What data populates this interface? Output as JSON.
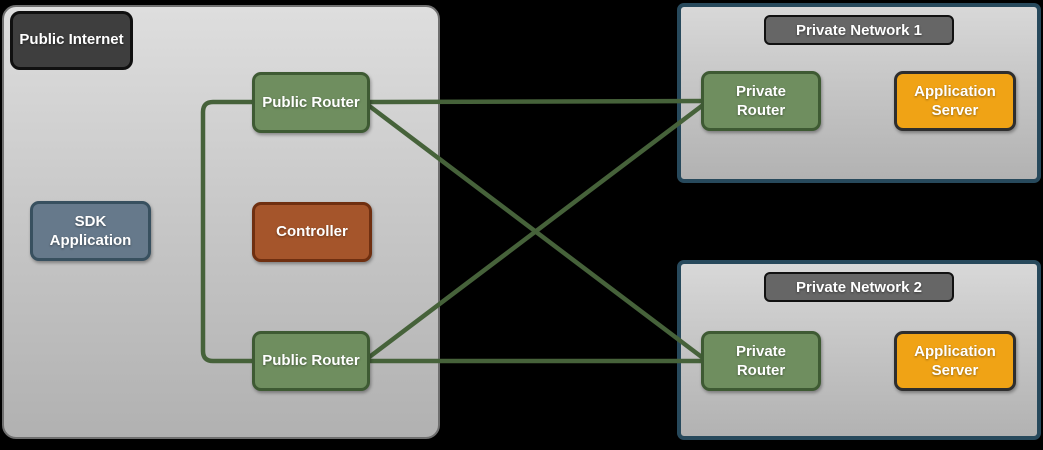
{
  "canvas": {
    "background": "#000000"
  },
  "colors": {
    "connection_line": "#46623a",
    "router_fill": "#6f8e5f",
    "router_border": "#3e5a33",
    "controller_fill": "#a5552b",
    "controller_border": "#6f2f10",
    "sdk_application_fill": "#66798b",
    "sdk_application_border": "#38505f",
    "application_server_fill": "#f0a315",
    "application_server_border": "#2e2e2e",
    "zone_label_fill": "#3e3e3e",
    "network_label_fill": "#666666",
    "zone_fill_top": "#dedede",
    "zone_fill_bottom": "#b1b1b1",
    "private_network_border": "#27495c"
  },
  "public_internet": {
    "label": "Public Internet",
    "sdk_application": "SDK Application",
    "controller": "Controller",
    "public_router_top": "Public Router",
    "public_router_bottom": "Public Router"
  },
  "private_network_1": {
    "label": "Private Network 1",
    "private_router": "Private Router",
    "application_server": "Application Server"
  },
  "private_network_2": {
    "label": "Private Network 2",
    "private_router": "Private Router",
    "application_server": "Application Server"
  },
  "connections": [
    {
      "from": "public-router-top",
      "to": "private-router-1",
      "style": "horizontal"
    },
    {
      "from": "public-router-top",
      "to": "private-router-2",
      "style": "diagonal"
    },
    {
      "from": "public-router-bottom",
      "to": "private-router-1",
      "style": "diagonal"
    },
    {
      "from": "public-router-bottom",
      "to": "private-router-2",
      "style": "horizontal"
    },
    {
      "from": "public-router-top",
      "to": "public-router-bottom",
      "style": "left-bracket"
    }
  ]
}
